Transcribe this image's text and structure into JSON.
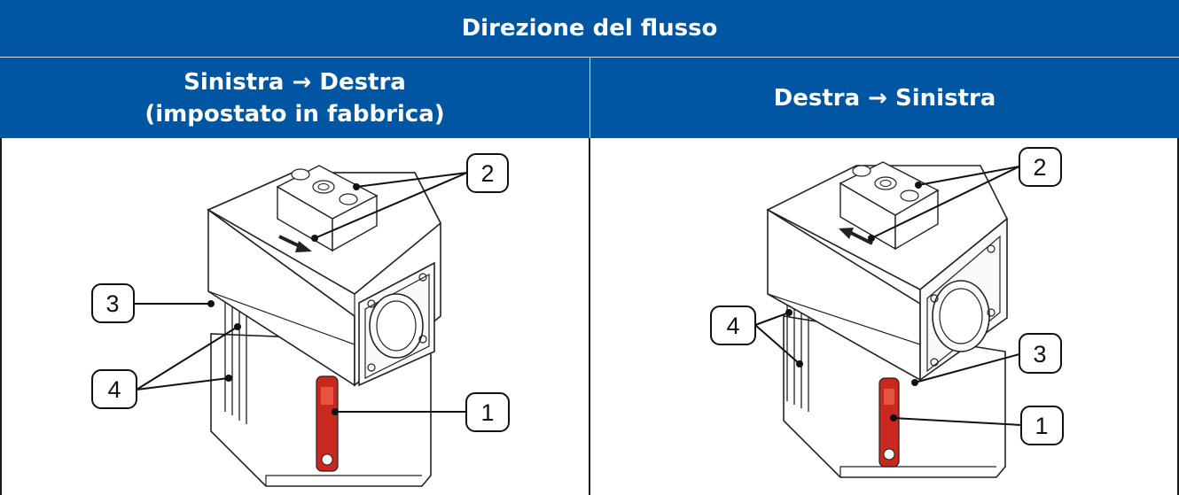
{
  "header": {
    "title": "Direzione del flusso",
    "left_line1": "Sinistra → Destra",
    "left_line2": "(impostato in fabbrica)",
    "right": "Destra → Sinistra"
  },
  "left_callouts": [
    "2",
    "3",
    "4",
    "1"
  ],
  "right_callouts": [
    "2",
    "4",
    "3",
    "1"
  ],
  "colors": {
    "header_bg": "#0056a2",
    "header_text": "#ffffff",
    "indicator": "#c8281e"
  }
}
